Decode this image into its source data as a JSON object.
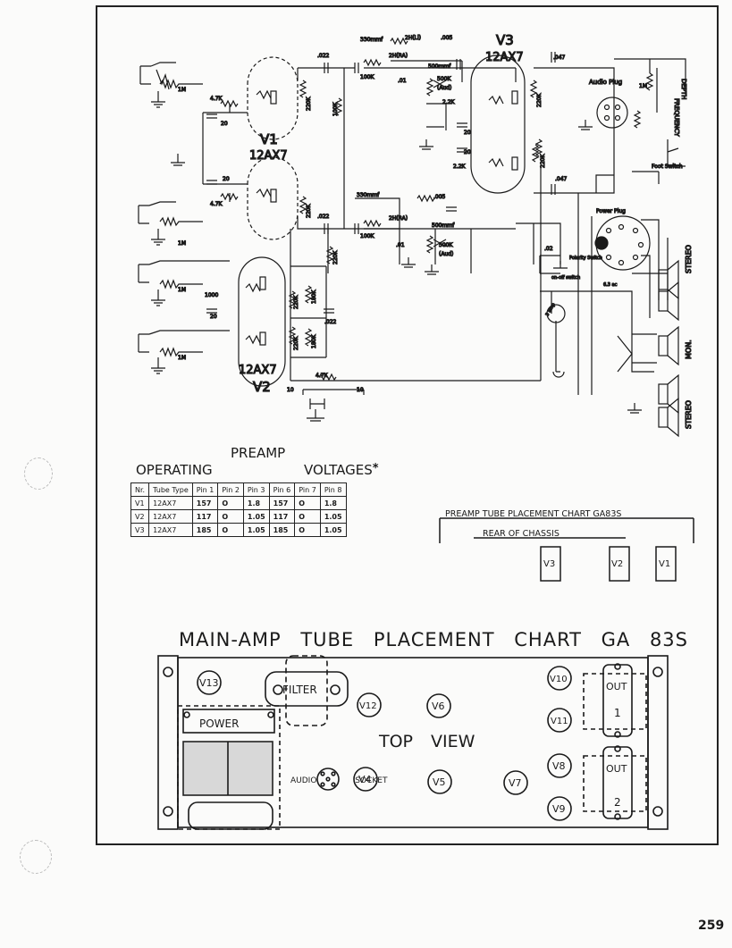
{
  "schematic": {
    "v1": {
      "name": "V1",
      "type": "12AX7"
    },
    "v2": {
      "name": "V2",
      "type": "12AX7"
    },
    "v3": {
      "name": "V3",
      "type": "12AX7"
    },
    "labels": {
      "c022a": ".022",
      "c022b": ".022",
      "c022c": ".022",
      "c330a": "330mmf",
      "c330b": "330mmf",
      "l2h": "2H(Li)",
      "c005a": ".005",
      "c005b": ".005",
      "r2ha": "2H(RA)",
      "r2hb": "2H(RA)",
      "c500mmf_a": "500mmf",
      "c500mmf_b": "500mmf",
      "r100ka": "100K",
      "r100kb": "100K",
      "r100kc": "100K",
      "c01a": ".01",
      "c01b": ".01",
      "pot500a": "500K",
      "pot500a_t": "(Aud)",
      "pot500b": "500K",
      "pot500b_t": "(Aud)",
      "r220ka": "220K",
      "r220kb": "220K",
      "r220kc": "220K",
      "r220kd": "220K",
      "r220ke": "220K",
      "r220kf": "220K",
      "r220kg": "220K",
      "r180ka": "180K",
      "r180kb": "180K",
      "r47ka": "4.7K",
      "r47kb": "4.7K",
      "r47kc": "4.7K",
      "r22ka": "2.2K",
      "r22kb": "2.2K",
      "c20a": "20",
      "c20b": "20",
      "c20c": "20",
      "c20d": "20",
      "c20e": "20",
      "r1m_a": "1M",
      "r1m_b": "1M",
      "r1m_c": "1M",
      "r1m_d": "1M",
      "r1m_e": "1M",
      "r1000": "1000",
      "c047a": ".047",
      "c047b": ".047",
      "c02": ".02",
      "audio_plug": "Audio Plug",
      "depth": "DEPTH",
      "frequency": "FREQUENCY",
      "foot_switch": "Foot Switch",
      "power_plug": "Power Plug",
      "polarity_switch": "Polarity Switch",
      "on_off_switch": "on-off switch",
      "fuse": "3 amp",
      "v63": "6.3 ac",
      "stereo_top": "STEREO",
      "mon": "MON.",
      "stereo_bot": "STEREO",
      "pin10a": "10",
      "pin10b": "10"
    }
  },
  "preamp_voltages": {
    "title_line1": "PREAMP",
    "title_line2a": "OPERATING",
    "title_line2b": "VOLTAGES",
    "asterisk": "*",
    "headers": [
      "Nr.",
      "Tube Type",
      "Pin 1",
      "Pin 2",
      "Pin 3",
      "Pin 6",
      "Pin 7",
      "Pin 8"
    ],
    "rows": [
      [
        "V1",
        "12AX7",
        "157",
        "O",
        "1.8",
        "157",
        "O",
        "1.8"
      ],
      [
        "V2",
        "12AX7",
        "117",
        "O",
        "1.05",
        "117",
        "O",
        "1.05"
      ],
      [
        "V3",
        "12AX7",
        "185",
        "O",
        "1.05",
        "185",
        "O",
        "1.05"
      ]
    ]
  },
  "preamp_chart": {
    "title": "PREAMP TUBE PLACEMENT CHART GA83S",
    "subtitle": "REAR OF CHASSIS",
    "tubes": [
      "V3",
      "V2",
      "V1"
    ]
  },
  "mainamp_chart": {
    "title": "MAIN-AMP TUBE PLACEMENT CHART GA 83S",
    "top_view": "TOP VIEW",
    "filter": "FILTER",
    "power": "POWER",
    "audio_socket": "AUDIO SOCKET",
    "out1_label": "OUT",
    "out1_num": "1",
    "out2_label": "OUT",
    "out2_num": "2",
    "tubes": {
      "v13": "V13",
      "v12": "V12",
      "v6": "V6",
      "v4": "V4",
      "v5": "V5",
      "v7": "V7",
      "v10": "V10",
      "v11": "V11",
      "v8": "V8",
      "v9": "V9"
    }
  },
  "page_number": "259"
}
